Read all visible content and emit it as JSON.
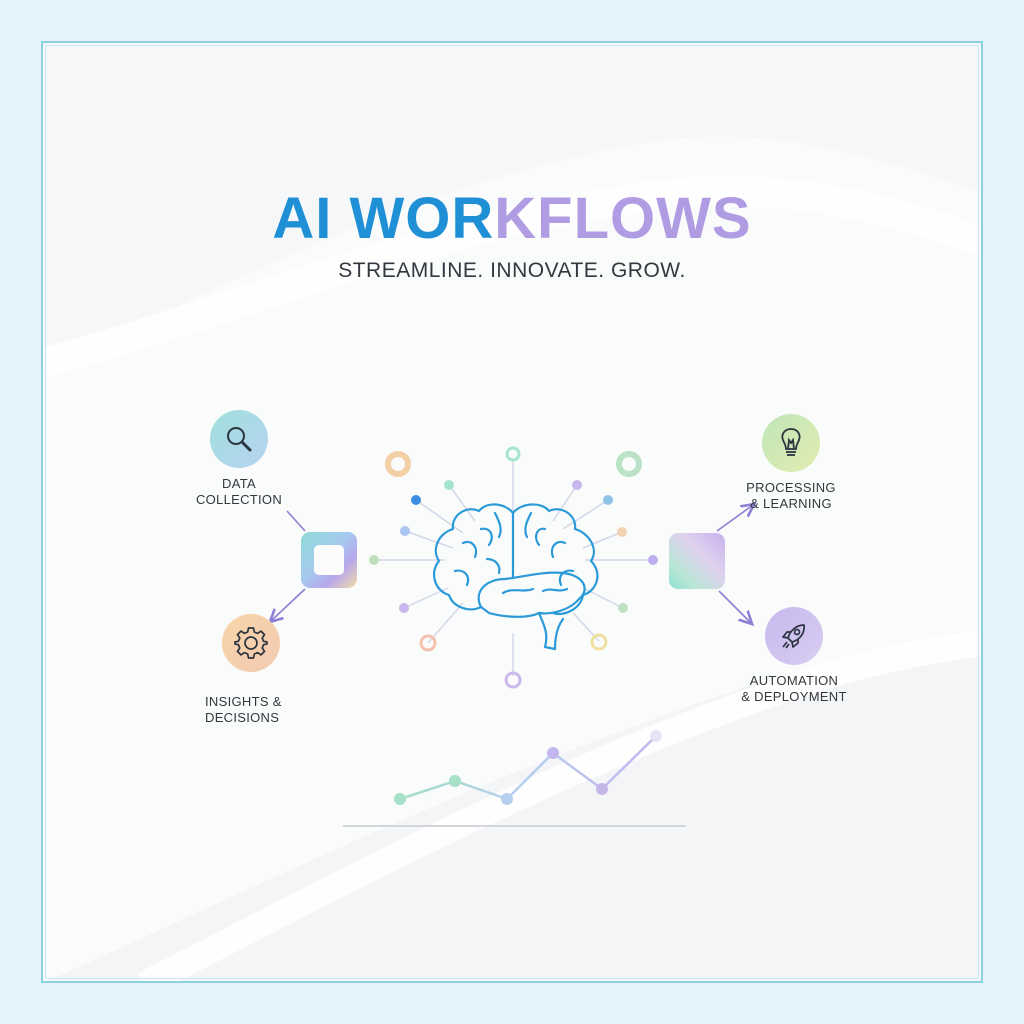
{
  "header": {
    "title_part1": "AI WOR",
    "title_part2": "KFLOWS",
    "title_full": "AI WORKFLOWS",
    "subtitle": "STREAMLINE. INNOVATE. GROW."
  },
  "colors": {
    "page_background": "#e4f3f9",
    "frame_border": "#8fd0e6",
    "title_blue": "#1f8fd6",
    "title_purple": "#b09ce3",
    "brain_stroke": "#2a9ad8",
    "arrow": "#8c7fd6",
    "text_dark": "#33383f"
  },
  "workflow": {
    "center": {
      "icon": "brain-icon",
      "label": ""
    },
    "steps": [
      {
        "id": "data-collection",
        "label": "DATA\nCOLLECTION",
        "icon": "magnifier-icon",
        "gradient": [
          "#9fe0dc",
          "#b8d2f2"
        ]
      },
      {
        "id": "processing-learning",
        "label": "PROCESSING\n& LEARNING",
        "icon": "lightbulb-icon",
        "gradient": [
          "#bfe6b8",
          "#e2ecb0"
        ]
      },
      {
        "id": "automation-deployment",
        "label": "AUTOMATION\n& DEPLOYMENT",
        "icon": "rocket-icon",
        "gradient": [
          "#c7b9ee",
          "#d8cdf2"
        ]
      },
      {
        "id": "insights-decisions",
        "label": "INSIGHTS &\n  DECISIONS",
        "icon": "gear-icon",
        "gradient": [
          "#f6d6a6",
          "#f4c9b4"
        ]
      }
    ]
  },
  "chart_data": {
    "type": "line",
    "title": "",
    "xlabel": "",
    "ylabel": "",
    "x": [
      1,
      2,
      3,
      4,
      5,
      6
    ],
    "values": [
      1.0,
      2.0,
      1.0,
      4.0,
      1.8,
      5.6
    ],
    "point_colors": [
      "#a6e0c7",
      "#a6e0c7",
      "#b4cff0",
      "#c3b6ee",
      "#c5b6ea",
      "#e6e2f8"
    ],
    "grid": false,
    "legend": "none",
    "note": "Decorative growth line with baseline; no axis labels or ticks shown"
  }
}
